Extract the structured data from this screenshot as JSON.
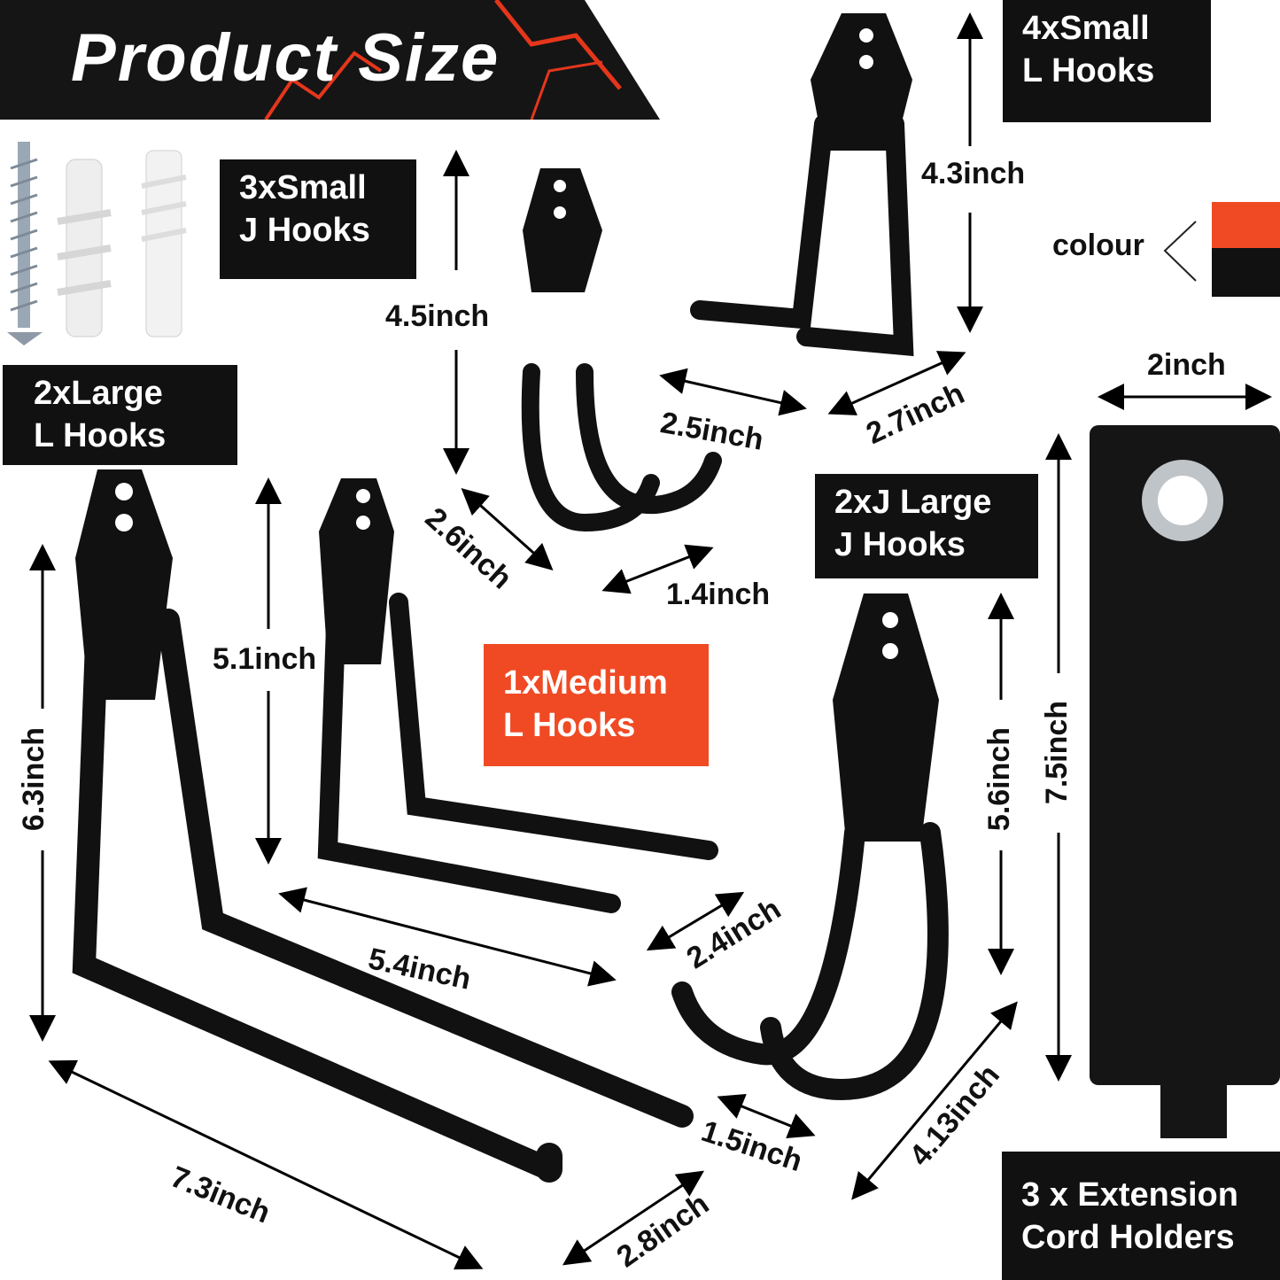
{
  "title": "Product Size",
  "labels": {
    "small_l": "4xSmall\nL Hooks",
    "small_j": "3xSmall\nJ Hooks",
    "large_l": "2xLarge\nL Hooks",
    "large_j": "2xJ Large\nJ Hooks",
    "medium_l": "1xMedium\nL Hooks",
    "cord": "3 x Extension\nCord Holders"
  },
  "colour": {
    "label": "colour",
    "swatches": [
      "#f04a24",
      "#111111"
    ]
  },
  "dimensions": {
    "d43": "4.3inch",
    "d45": "4.5inch",
    "d25": "2.5inch",
    "d27": "2.7inch",
    "d2": "2inch",
    "d26": "2.6inch",
    "d14": "1.4inch",
    "d51": "5.1inch",
    "d63": "6.3inch",
    "d56": "5.6inch",
    "d75": "7.5inch",
    "d24": "2.4inch",
    "d54": "5.4inch",
    "d15": "1.5inch",
    "d413": "4.13inch",
    "d73": "7.3inch",
    "d28": "2.8inch"
  }
}
